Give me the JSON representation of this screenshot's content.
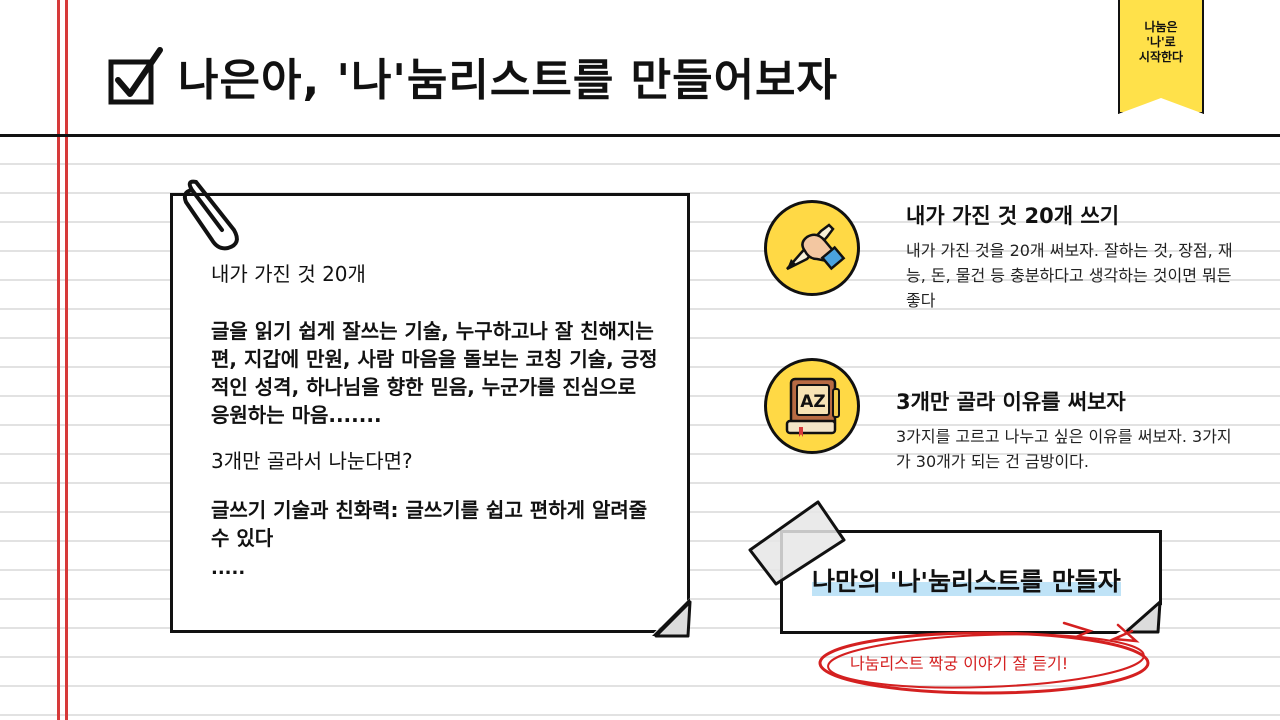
{
  "header": {
    "title": "나은아, '나'눔리스트를 만들어보자",
    "ribbon_text": "나눔은\n'나'로\n시작한다"
  },
  "note": {
    "heading": "내가 가진 것 20개",
    "items_text": "글을 읽기 쉽게 잘쓰는 기술, 누구하고나 잘 친해지는 편, 지갑에 만원, 사람 마음을 돌보는 코칭 기술, 긍정적인 성격, 하나님을 향한 믿음, 누군가를 진심으로 응원하는 마음.......",
    "question": "3개만 골라서 나눈다면?",
    "answer": "글쓰기 기술과 친화력: 글쓰기를 쉽고 편하게 알려줄 수 있다",
    "ending": "....."
  },
  "features": [
    {
      "icon": "hand-writing-icon",
      "title": "내가 가진 것 20개 쓰기",
      "desc": "내가 가진 것을 20개 써보자. 잘하는 것, 장점, 재능, 돈, 물건 등 충분하다고 생각하는 것이면 뭐든 좋다"
    },
    {
      "icon": "dictionary-book-icon",
      "book_label": "AZ",
      "title": "3개만 골라 이유를 써보자",
      "desc": "3가지를 고르고 나누고 싶은 이유를 써보자. 3가지가 30개가 되는 건 금방이다."
    }
  ],
  "banner": {
    "text": "나만의 '나'눔리스트를 만들자",
    "tagline": "나눔리스트 짝궁 이야기 잘 듣기!"
  },
  "colors": {
    "accent_yellow": "#ffd945",
    "margin_red": "#d63a3a",
    "highlight_blue": "#bfe3f7",
    "tagline_red": "#d42020"
  }
}
